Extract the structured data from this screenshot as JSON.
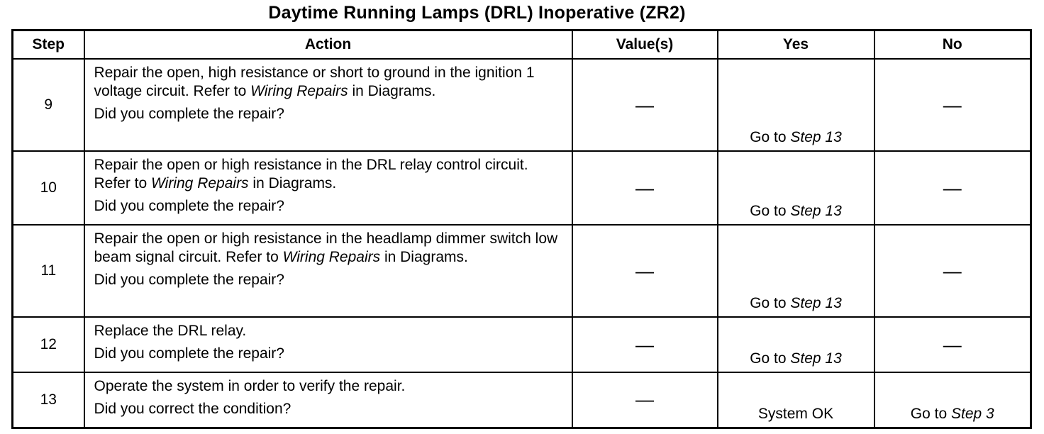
{
  "title": "Daytime Running Lamps (DRL) Inoperative (ZR2)",
  "headers": {
    "step": "Step",
    "action": "Action",
    "values": "Value(s)",
    "yes": "Yes",
    "no": "No"
  },
  "rows": [
    {
      "step": "9",
      "action_pre": "Repair the open, high resistance or short to ground in the ignition 1 voltage circuit. Refer to ",
      "action_em": "Wiring Repairs",
      "action_post": " in Diagrams.",
      "question": "Did you complete the repair?",
      "value": "—",
      "yes_pre": "Go to ",
      "yes_em": "Step 13",
      "no_pre": "—",
      "no_em": ""
    },
    {
      "step": "10",
      "action_pre": "Repair the open or high resistance in the DRL relay control circuit. Refer to ",
      "action_em": "Wiring Repairs",
      "action_post": " in Diagrams.",
      "question": "Did you complete the repair?",
      "value": "—",
      "yes_pre": "Go to ",
      "yes_em": "Step 13",
      "no_pre": "—",
      "no_em": ""
    },
    {
      "step": "11",
      "action_pre": "Repair the open or high resistance in the headlamp dimmer switch low beam signal circuit. Refer to ",
      "action_em": "Wiring Repairs",
      "action_post": " in Diagrams.",
      "question": "Did you complete the repair?",
      "value": "—",
      "yes_pre": "Go to ",
      "yes_em": "Step 13",
      "no_pre": "—",
      "no_em": ""
    },
    {
      "step": "12",
      "action_pre": "Replace the DRL relay.",
      "action_em": "",
      "action_post": "",
      "question": "Did you complete the repair?",
      "value": "—",
      "yes_pre": "Go to ",
      "yes_em": "Step 13",
      "no_pre": "—",
      "no_em": ""
    },
    {
      "step": "13",
      "action_pre": "Operate the system in order to verify the repair.",
      "action_em": "",
      "action_post": "",
      "question": "Did you correct the condition?",
      "value": "—",
      "yes_pre": "System OK",
      "yes_em": "",
      "no_pre": "Go to ",
      "no_em": "Step 3"
    }
  ]
}
